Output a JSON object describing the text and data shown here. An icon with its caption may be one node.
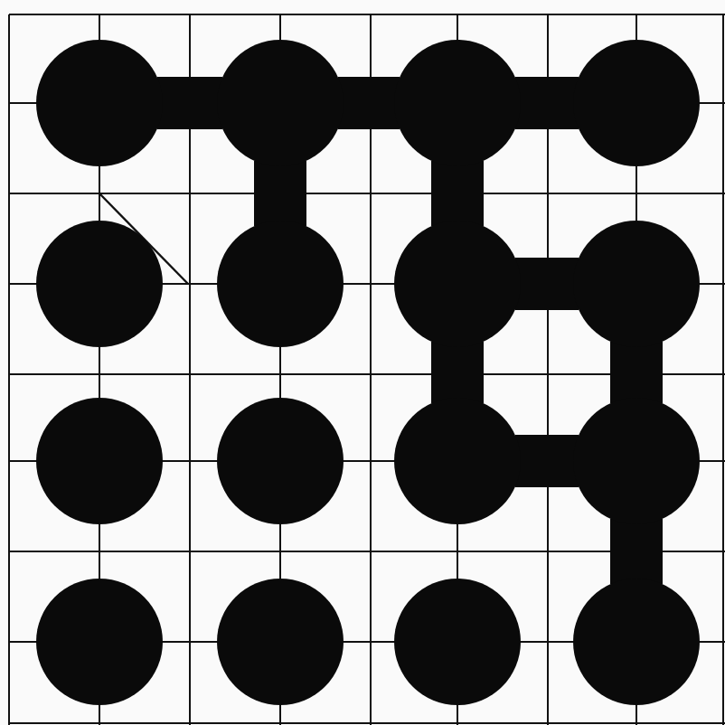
{
  "diagram": {
    "nodes": [
      {
        "text": [],
        "shape": "circle"
      },
      {
        "text": [],
        "shape": "circle"
      },
      {
        "text": [],
        "shape": "circle"
      },
      {
        "text": [],
        "shape": "circle"
      },
      {
        "text": [],
        "shape": "circle"
      },
      {
        "text": [],
        "shape": "circle"
      },
      {
        "text": [],
        "shape": "circle"
      },
      {
        "text": [],
        "shape": "circle"
      },
      {
        "text": [],
        "shape": "circle"
      },
      {
        "text": [],
        "shape": "circle"
      },
      {
        "text": [],
        "shape": "circle"
      },
      {
        "text": [],
        "shape": "circle"
      },
      {
        "text": [],
        "shape": "circle"
      },
      {
        "text": [],
        "shape": "circle"
      },
      {
        "text": [],
        "shape": "circle"
      },
      {
        "text": [],
        "shape": "circle"
      }
    ],
    "edges": [
      {
        "from": 0,
        "to": 1,
        "arrow": "none"
      },
      {
        "from": 1,
        "to": 2,
        "arrow": "none"
      },
      {
        "from": 2,
        "to": 3,
        "arrow": "none"
      },
      {
        "from": 1,
        "to": 5,
        "arrow": "none"
      },
      {
        "from": 2,
        "to": 6,
        "arrow": "none"
      },
      {
        "from": 6,
        "to": 7,
        "arrow": "none"
      },
      {
        "from": 6,
        "to": 10,
        "arrow": "none"
      },
      {
        "from": 7,
        "to": 11,
        "arrow": "none"
      },
      {
        "from": 10,
        "to": 11,
        "arrow": "none"
      },
      {
        "from": 11,
        "to": 15,
        "arrow": "none"
      }
    ]
  }
}
